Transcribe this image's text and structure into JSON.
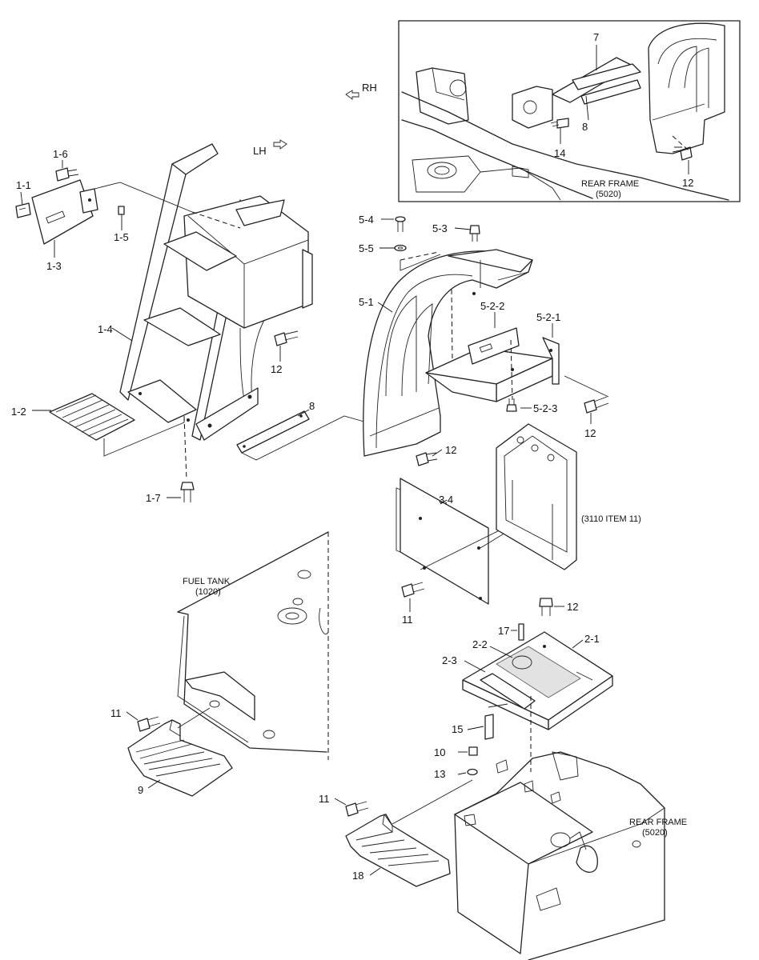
{
  "callouts": {
    "c1_1": "1-1",
    "c1_2": "1-2",
    "c1_3": "1-3",
    "c1_4": "1-4",
    "c1_5": "1-5",
    "c1_6": "1-6",
    "c1_7": "1-7",
    "c2_1": "2-1",
    "c2_2": "2-2",
    "c2_3": "2-3",
    "c3_4": "3,4",
    "c5_1": "5-1",
    "c5_2_1": "5-2-1",
    "c5_2_2": "5-2-2",
    "c5_2_3": "5-2-3",
    "c5_3": "5-3",
    "c5_4": "5-4",
    "c5_5": "5-5",
    "c7": "7",
    "c8_inset": "8",
    "c8_main": "8",
    "c9": "9",
    "c10": "10",
    "c11_a": "11",
    "c11_b": "11",
    "c11_c": "11",
    "c12_inset": "12",
    "c12_a": "12",
    "c12_b": "12",
    "c12_c": "12",
    "c12_d": "12",
    "c13": "13",
    "c14": "14",
    "c15": "15",
    "c17": "17",
    "c18": "18"
  },
  "references": {
    "rh": "RH",
    "lh": "LH",
    "rear_frame_inset": "REAR FRAME",
    "rear_frame_inset_code": "(5020)",
    "rear_frame_main": "REAR FRAME",
    "rear_frame_main_code": "(5020)",
    "fuel_tank": "FUEL TANK",
    "fuel_tank_code": "(1020)",
    "item_ref": "(3110 ITEM 11)"
  }
}
